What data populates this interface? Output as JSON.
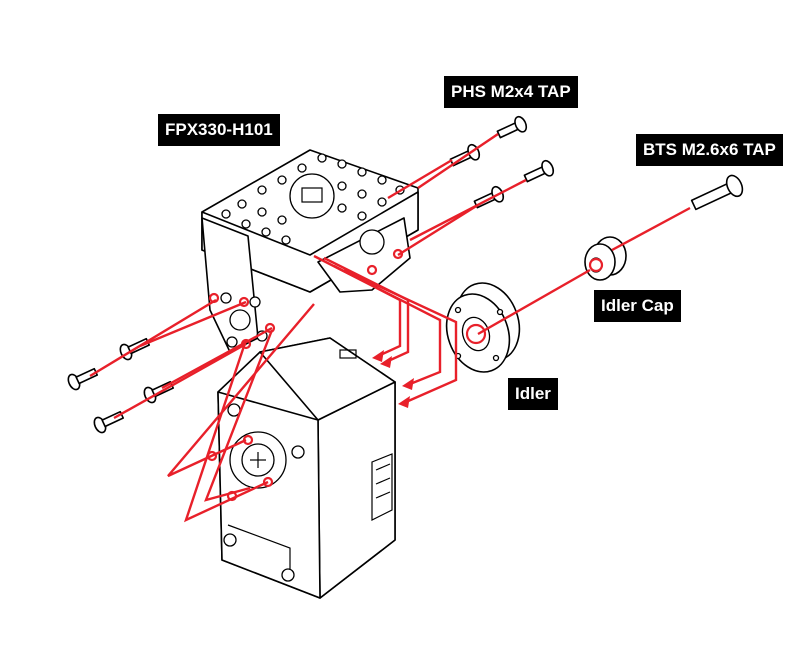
{
  "labels": {
    "bracket": "FPX330-H101",
    "phs_screw": "PHS M2x4 TAP",
    "bts_screw": "BTS M2.6x6 TAP",
    "idler_cap": "Idler Cap",
    "idler": "Idler"
  },
  "colors": {
    "guide_line": "#e8202a",
    "outline": "#000000",
    "label_bg": "#000000",
    "label_text": "#ffffff"
  }
}
